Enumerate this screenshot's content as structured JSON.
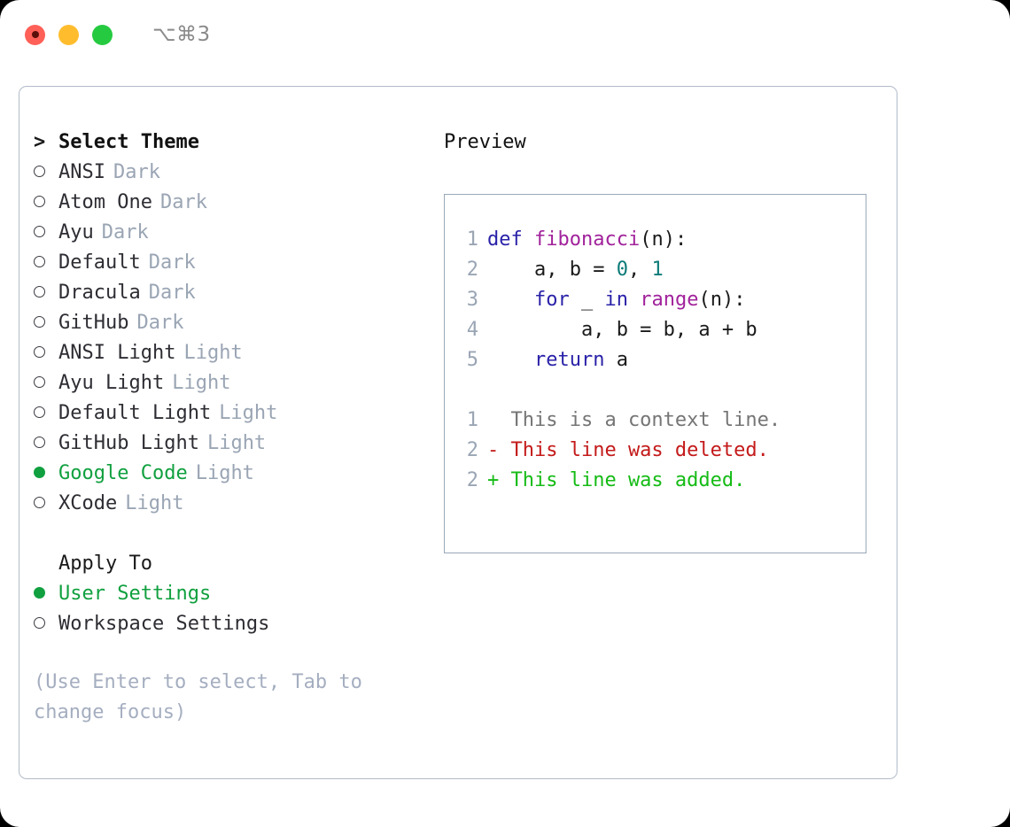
{
  "titlebar": {
    "shortcut": "⌥⌘3",
    "lights": [
      {
        "name": "close",
        "color": "#ff6058"
      },
      {
        "name": "minimize",
        "color": "#ffbd2e"
      },
      {
        "name": "maximize",
        "color": "#25ca40"
      }
    ]
  },
  "theme_picker": {
    "header_marker": ">",
    "header_label": "Select Theme",
    "items": [
      {
        "marker": "ring",
        "label": "ANSI",
        "variant": "Dark",
        "selected": false
      },
      {
        "marker": "ring",
        "label": "Atom One",
        "variant": "Dark",
        "selected": false
      },
      {
        "marker": "ring",
        "label": "Ayu",
        "variant": "Dark",
        "selected": false
      },
      {
        "marker": "ring",
        "label": "Default",
        "variant": "Dark",
        "selected": false
      },
      {
        "marker": "ring",
        "label": "Dracula",
        "variant": "Dark",
        "selected": false
      },
      {
        "marker": "ring",
        "label": "GitHub",
        "variant": "Dark",
        "selected": false
      },
      {
        "marker": "ring",
        "label": "ANSI Light",
        "variant": "Light",
        "selected": false
      },
      {
        "marker": "ring",
        "label": "Ayu Light",
        "variant": "Light",
        "selected": false
      },
      {
        "marker": "ring",
        "label": "Default Light",
        "variant": "Light",
        "selected": false
      },
      {
        "marker": "ring",
        "label": "GitHub Light",
        "variant": "Light",
        "selected": false
      },
      {
        "marker": "dot",
        "label": "Google Code",
        "variant": "Light",
        "selected": true
      },
      {
        "marker": "ring",
        "label": "XCode",
        "variant": "Light",
        "selected": false
      }
    ]
  },
  "apply_to": {
    "title": "Apply To",
    "options": [
      {
        "marker": "dot",
        "label": "User Settings",
        "selected": true
      },
      {
        "marker": "ring",
        "label": "Workspace Settings",
        "selected": false
      }
    ]
  },
  "hint": "(Use Enter to select, Tab to change focus)",
  "preview": {
    "title": "Preview",
    "code_lines": [
      {
        "no": "1",
        "tokens": [
          {
            "t": "def ",
            "c": "kw"
          },
          {
            "t": "fibonacci",
            "c": "fn"
          },
          {
            "t": "(n):",
            "c": "plain"
          }
        ]
      },
      {
        "no": "2",
        "tokens": [
          {
            "t": "    a, b = ",
            "c": "plain"
          },
          {
            "t": "0",
            "c": "num"
          },
          {
            "t": ", ",
            "c": "plain"
          },
          {
            "t": "1",
            "c": "num"
          }
        ]
      },
      {
        "no": "3",
        "tokens": [
          {
            "t": "    ",
            "c": "plain"
          },
          {
            "t": "for",
            "c": "kw"
          },
          {
            "t": " _ ",
            "c": "plain"
          },
          {
            "t": "in",
            "c": "kw"
          },
          {
            "t": " ",
            "c": "plain"
          },
          {
            "t": "range",
            "c": "fn"
          },
          {
            "t": "(n):",
            "c": "plain"
          }
        ]
      },
      {
        "no": "4",
        "tokens": [
          {
            "t": "        a, b = b, a + b",
            "c": "plain"
          }
        ]
      },
      {
        "no": "5",
        "tokens": [
          {
            "t": "    ",
            "c": "plain"
          },
          {
            "t": "return",
            "c": "kw"
          },
          {
            "t": " a",
            "c": "plain"
          }
        ]
      }
    ],
    "diff_lines": [
      {
        "no": "1",
        "tokens": [
          {
            "t": "  This is a context line.",
            "c": "ctx"
          }
        ]
      },
      {
        "no": "2",
        "tokens": [
          {
            "t": "- This line was deleted.",
            "c": "del"
          }
        ]
      },
      {
        "no": "2",
        "tokens": [
          {
            "t": "+ This line was added.",
            "c": "add"
          }
        ]
      }
    ]
  },
  "colors": {
    "accent_green": "#11a03f",
    "muted": "#9aa5b4",
    "border": "#b2bcc9",
    "preview_border": "#9aa8b8",
    "keyword": "#2a22a8",
    "function": "#a1229b",
    "number": "#0c7b78",
    "diff_context": "#757575",
    "diff_deleted": "#c41a1a",
    "diff_added": "#15bb15"
  }
}
